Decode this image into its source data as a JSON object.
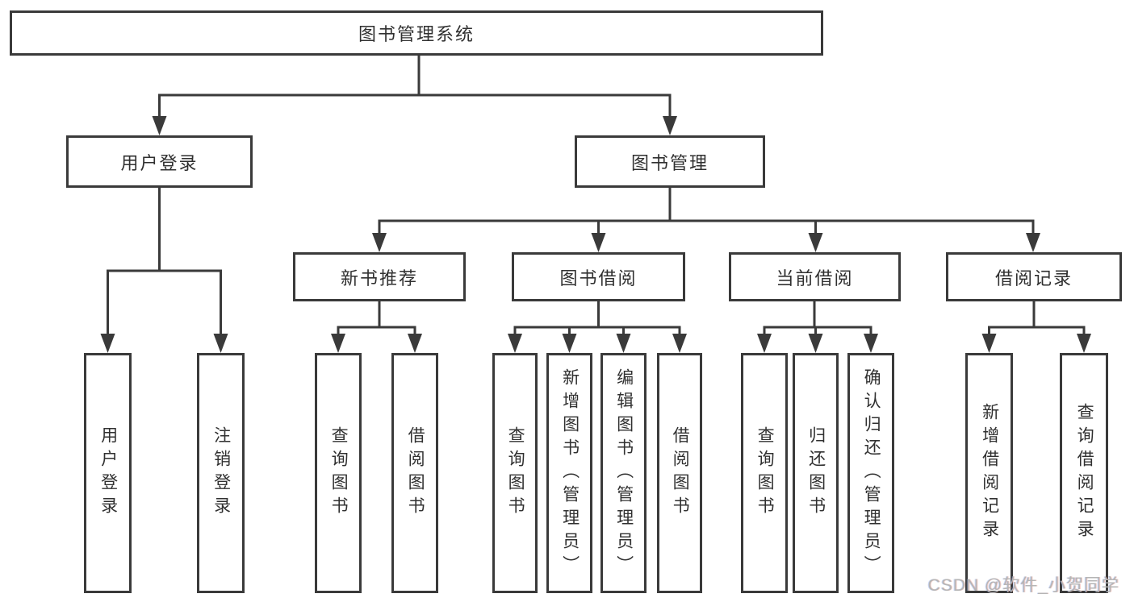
{
  "diagram": {
    "root": {
      "label": "图书管理系统"
    },
    "branches": [
      {
        "label": "用户登录",
        "children": [
          {
            "label": "用户登录"
          },
          {
            "label": "注销登录"
          }
        ]
      },
      {
        "label": "图书管理",
        "children": [
          {
            "label": "新书推荐",
            "children": [
              {
                "label": "查询图书"
              },
              {
                "label": "借阅图书"
              }
            ]
          },
          {
            "label": "图书借阅",
            "children": [
              {
                "label": "查询图书"
              },
              {
                "label": "新增图书（管理员）"
              },
              {
                "label": "编辑图书（管理员）"
              },
              {
                "label": "借阅图书"
              }
            ]
          },
          {
            "label": "当前借阅",
            "children": [
              {
                "label": "查询图书"
              },
              {
                "label": "归还图书"
              },
              {
                "label": "确认归还（管理员）"
              }
            ]
          },
          {
            "label": "借阅记录",
            "children": [
              {
                "label": "新增借阅记录"
              },
              {
                "label": "查询借阅记录"
              }
            ]
          }
        ]
      }
    ],
    "watermark": "CSDN @软件_小贺同学"
  },
  "colors": {
    "line": "#3a3a3a",
    "text": "#303030",
    "watermark": "#b5b5b5",
    "background": "#ffffff"
  }
}
